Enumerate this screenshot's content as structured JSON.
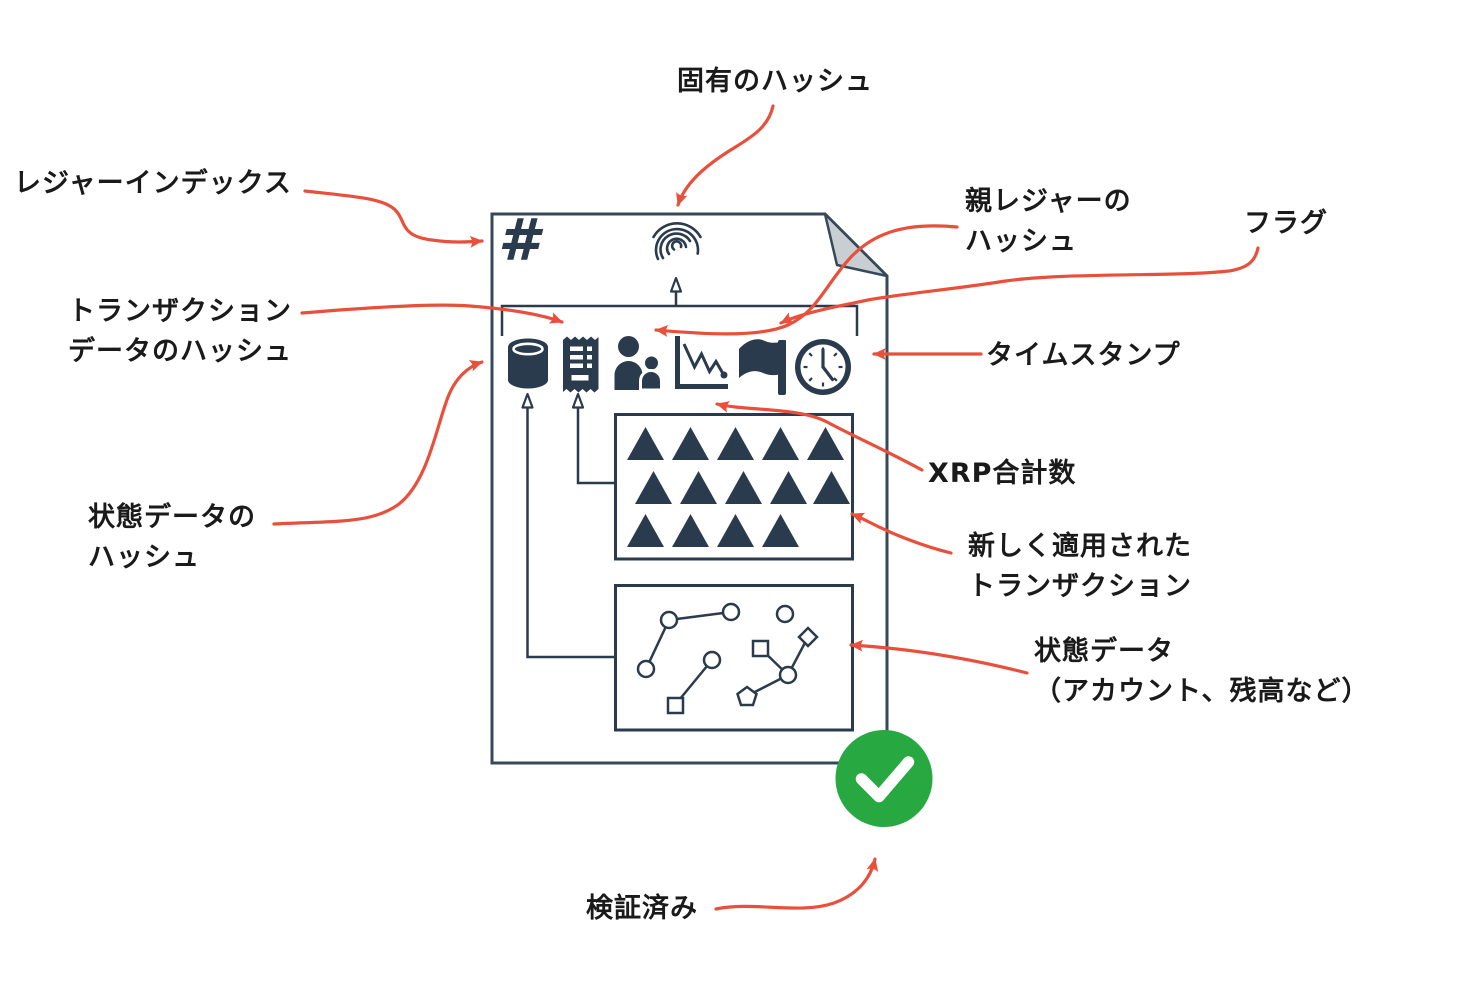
{
  "colors": {
    "navy": "#2b3b4e",
    "page_border": "#36485a",
    "red_arrow": "#e8503c",
    "green_check": "#27a840",
    "fold_gray": "#c9ced3",
    "label_text": "#1a1a1a",
    "background": "#ffffff"
  },
  "document": {
    "hash_glyph": "#",
    "icons": [
      "database-icon",
      "receipt-icon",
      "people-icon",
      "chart-icon",
      "flag-icon",
      "clock-icon",
      "fingerprint-icon"
    ]
  },
  "labels": {
    "unique_hash": {
      "lines": [
        "固有のハッシュ"
      ]
    },
    "ledger_index": {
      "lines": [
        "レジャーインデックス"
      ]
    },
    "parent_ledger_hash": {
      "lines": [
        "親レジャーの",
        "ハッシュ"
      ]
    },
    "flags": {
      "lines": [
        "フラグ"
      ]
    },
    "transaction_data_hash": {
      "lines": [
        "トランザクション",
        "データのハッシュ"
      ]
    },
    "timestamp": {
      "lines": [
        "タイムスタンプ"
      ]
    },
    "xrp_total": {
      "lines": [
        "XRP合計数"
      ]
    },
    "state_data_hash": {
      "lines": [
        "状態データの",
        "ハッシュ"
      ]
    },
    "new_transactions": {
      "lines": [
        "新しく適用された",
        "トランザクション"
      ]
    },
    "state_data": {
      "lines": [
        "状態データ",
        "（アカウント、残高など）"
      ]
    },
    "validated": {
      "lines": [
        "検証済み"
      ]
    }
  },
  "transactions_box": {
    "triangle_rows": [
      5,
      5,
      4
    ],
    "triangle_total": 14
  },
  "state_box": {
    "node_shapes": {
      "circles": 6,
      "squares": 2,
      "diamonds": 1,
      "pentagons": 1
    }
  },
  "connectors": [
    {
      "label": "ledger_index",
      "target": "hash-symbol"
    },
    {
      "label": "unique_hash",
      "target": "fingerprint-icon"
    },
    {
      "label": "transaction_data_hash",
      "target": "receipt-icon"
    },
    {
      "label": "parent_ledger_hash",
      "target": "people-icon"
    },
    {
      "label": "flags",
      "target": "flag-icon"
    },
    {
      "label": "timestamp",
      "target": "clock-icon"
    },
    {
      "label": "xrp_total",
      "target": "chart-icon"
    },
    {
      "label": "state_data_hash",
      "target": "database-icon"
    },
    {
      "label": "new_transactions",
      "target": "transactions-box"
    },
    {
      "label": "state_data",
      "target": "state-data-box"
    },
    {
      "label": "validated",
      "target": "validated-badge"
    }
  ]
}
